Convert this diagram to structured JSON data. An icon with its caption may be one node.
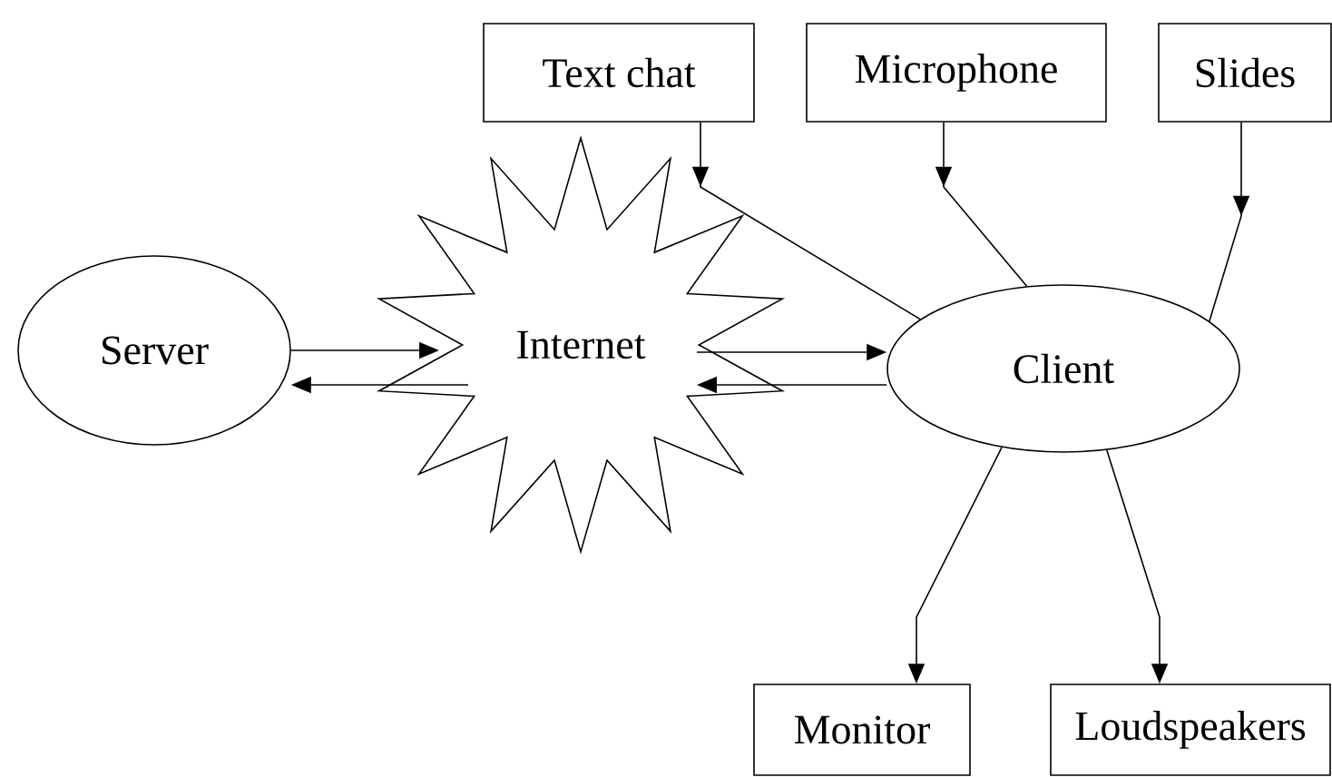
{
  "diagram": {
    "nodes": [
      {
        "text": [
          "Server"
        ]
      },
      {
        "text": [
          "Internet"
        ]
      },
      {
        "text": [
          "Client"
        ]
      },
      {
        "text": [
          "Text chat"
        ]
      },
      {
        "text": [
          "Microphone"
        ]
      },
      {
        "text": [
          "Slides"
        ]
      },
      {
        "text": [
          "Monitor"
        ]
      },
      {
        "text": [
          "Loudspeakers"
        ]
      }
    ],
    "edges": [
      {
        "from": 0,
        "to": 1,
        "arrow": "to"
      },
      {
        "from": 1,
        "to": 0,
        "arrow": "to"
      },
      {
        "from": 1,
        "to": 2,
        "arrow": "to"
      },
      {
        "from": 2,
        "to": 1,
        "arrow": "to"
      },
      {
        "from": 3,
        "to": 2,
        "arrow": "to"
      },
      {
        "from": 4,
        "to": 2,
        "arrow": "to"
      },
      {
        "from": 5,
        "to": 2,
        "arrow": "to"
      },
      {
        "from": 2,
        "to": 6,
        "arrow": "to"
      },
      {
        "from": 2,
        "to": 7,
        "arrow": "to"
      }
    ]
  }
}
